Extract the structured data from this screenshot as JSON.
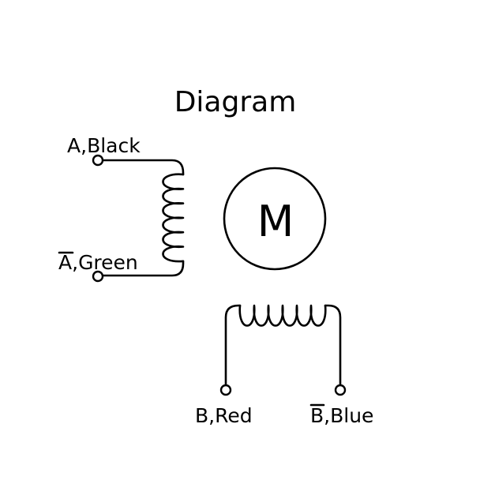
{
  "title": "Diagram",
  "motor": {
    "letter": "M"
  },
  "terminals": {
    "a": {
      "letter": "A",
      "color": "Black",
      "inverted": false
    },
    "a_bar": {
      "letter": "A",
      "color": "Green",
      "inverted": true
    },
    "b": {
      "letter": "B",
      "color": "Red",
      "inverted": false
    },
    "b_bar": {
      "letter": "B",
      "color": "Blue",
      "inverted": true
    }
  },
  "separator": ","
}
